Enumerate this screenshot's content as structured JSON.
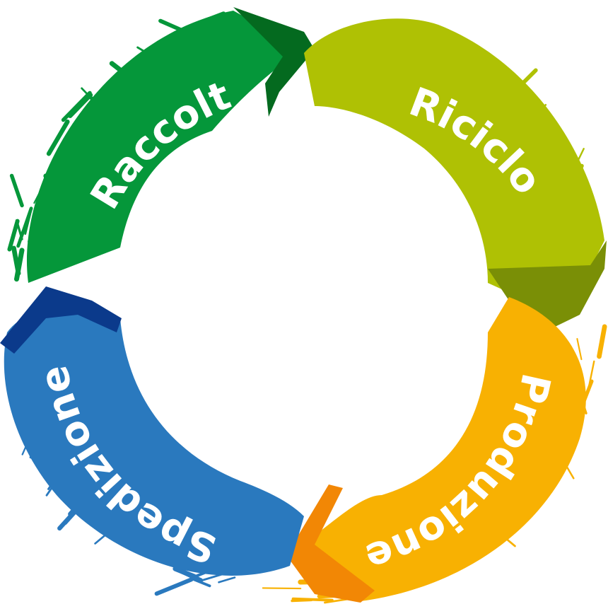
{
  "diagram": {
    "type": "cycle",
    "segments": [
      {
        "id": "raccolta",
        "label": "Raccolta",
        "color": "#05973A",
        "cap_color": "#046A1F"
      },
      {
        "id": "riciclo",
        "label": "Riciclo",
        "color": "#AFC104",
        "cap_color": "#7A8F06"
      },
      {
        "id": "produzione",
        "label": "Produzione",
        "color": "#F8B102",
        "cap_color": "#F28705"
      },
      {
        "id": "spedizione",
        "label": "Spedizione",
        "color": "#2A79BE",
        "cap_color": "#0B3A8B"
      }
    ]
  }
}
